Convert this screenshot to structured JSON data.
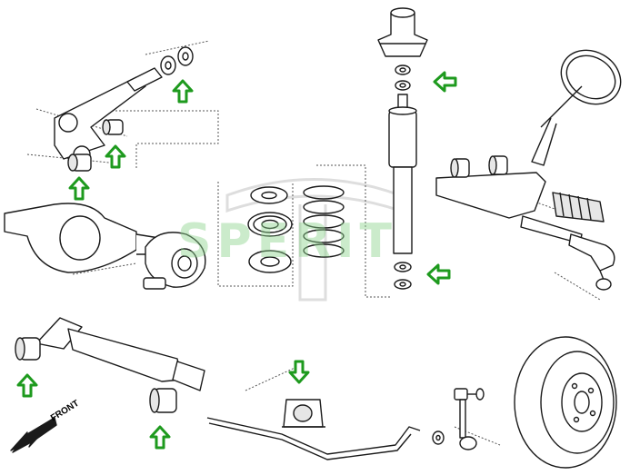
{
  "diagram": {
    "watermark": "SPERIT",
    "direction_label": "FRONT",
    "colors": {
      "line": "#1a1a1a",
      "fill": "#ffffff",
      "part_shade": "#e6e6e6",
      "arrow": "#1e9a1e",
      "watermark": "#8fd28f"
    },
    "components": [
      "upper-control-arm",
      "lower-control-arm",
      "rear-beam-axle",
      "wheel-hub",
      "coil-spring",
      "spring-seat-bearing",
      "strut-top-mount",
      "shock-absorber",
      "steering-rack",
      "steering-wheel",
      "tie-rod-end",
      "stabilizer-bar",
      "stabilizer-link",
      "wheel"
    ],
    "highlighted_parts": [
      "control-arm-washers",
      "control-arm-bushing-upper",
      "control-arm-bushing-lower",
      "strut-mount-washers",
      "shock-lower-washers",
      "lower-arm-bushing-front",
      "lower-arm-bushing-rear",
      "stabilizer-bushing"
    ]
  }
}
